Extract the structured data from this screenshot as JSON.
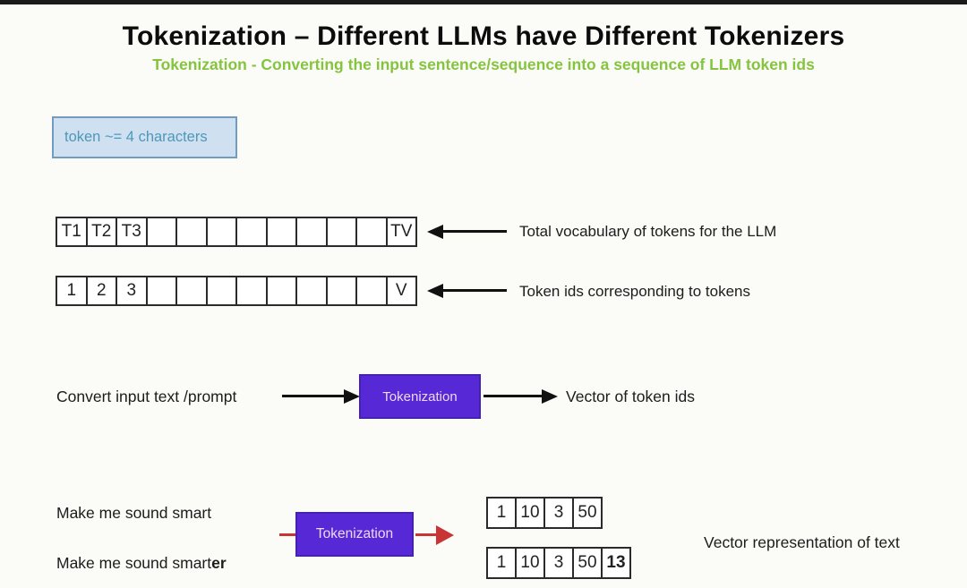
{
  "slide": {
    "title": "Tokenization – Different LLMs have Different Tokenizers",
    "subtitle": "Tokenization - Converting the input sentence/sequence into a sequence of LLM token ids",
    "note": "token ~= 4 characters"
  },
  "vocab_row": {
    "cells": [
      "T1",
      "T2",
      "T3",
      "",
      "",
      "",
      "",
      "",
      "",
      "",
      "",
      "TV"
    ],
    "label": "Total vocabulary of tokens for the LLM"
  },
  "ids_row": {
    "cells": [
      "1",
      "2",
      "3",
      "",
      "",
      "",
      "",
      "",
      "",
      "",
      "",
      "V"
    ],
    "label": "Token ids corresponding to tokens"
  },
  "flow": {
    "input_label": "Convert input text /prompt",
    "process_label": "Tokenization",
    "output_label": "Vector of token ids"
  },
  "example": {
    "input1": "Make me sound smart",
    "input2_regular": "Make me sound smart",
    "input2_bold": "er",
    "process_label": "Tokenization",
    "vector1": [
      "1",
      "10",
      "3",
      "50"
    ],
    "vector2": [
      "1",
      "10",
      "3",
      "50",
      "13"
    ],
    "caption": "Vector representation of text"
  },
  "colors": {
    "title_text": "#0c0c0c",
    "subtitle_green": "#85c43e",
    "note_background": "#cfe1f0",
    "note_border": "#719cbe",
    "note_text": "#4f97ba",
    "process_fill": "#5628d6",
    "process_text": "#eed9f0",
    "red_arrow": "#c93434",
    "cell_border": "#2b2b2b"
  }
}
